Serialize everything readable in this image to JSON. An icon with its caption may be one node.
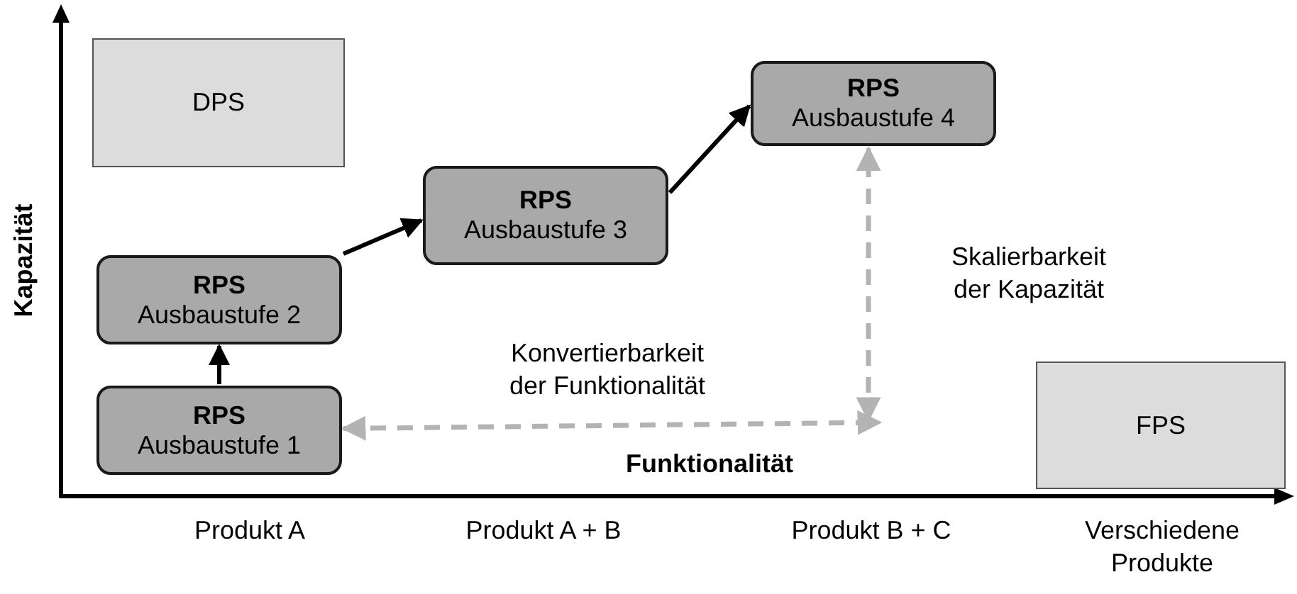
{
  "diagram": {
    "nodes": [
      {
        "text": [
          "DPS"
        ]
      },
      {
        "text": [
          "RPS",
          "Ausbaustufe 4"
        ]
      },
      {
        "text": [
          "RPS",
          "Ausbaustufe 3"
        ]
      },
      {
        "text": [
          "RPS",
          "Ausbaustufe 2"
        ]
      },
      {
        "text": [
          "RPS",
          "Ausbaustufe 1"
        ]
      },
      {
        "text": [
          "FPS"
        ]
      }
    ],
    "edges": [
      {
        "from": 4,
        "to": 3,
        "arrow": "to"
      },
      {
        "from": 3,
        "to": 2,
        "arrow": "to"
      },
      {
        "from": 2,
        "to": 1,
        "arrow": "to"
      },
      {
        "from": 4,
        "to": null,
        "arrow": "both",
        "style": "dashed",
        "color": "#b3b3b3",
        "label": "Konvertierbarkeit der Funktionalität"
      },
      {
        "from": null,
        "to": 1,
        "arrow": "both",
        "style": "dashed",
        "color": "#b3b3b3",
        "label": "Skalierbarkeit der Kapazität"
      }
    ],
    "labels": [
      "Kapazität",
      "Funktionalität",
      "Produkt A",
      "Produkt A + B",
      "Produkt B + C",
      "Verschiedene Produkte"
    ]
  }
}
